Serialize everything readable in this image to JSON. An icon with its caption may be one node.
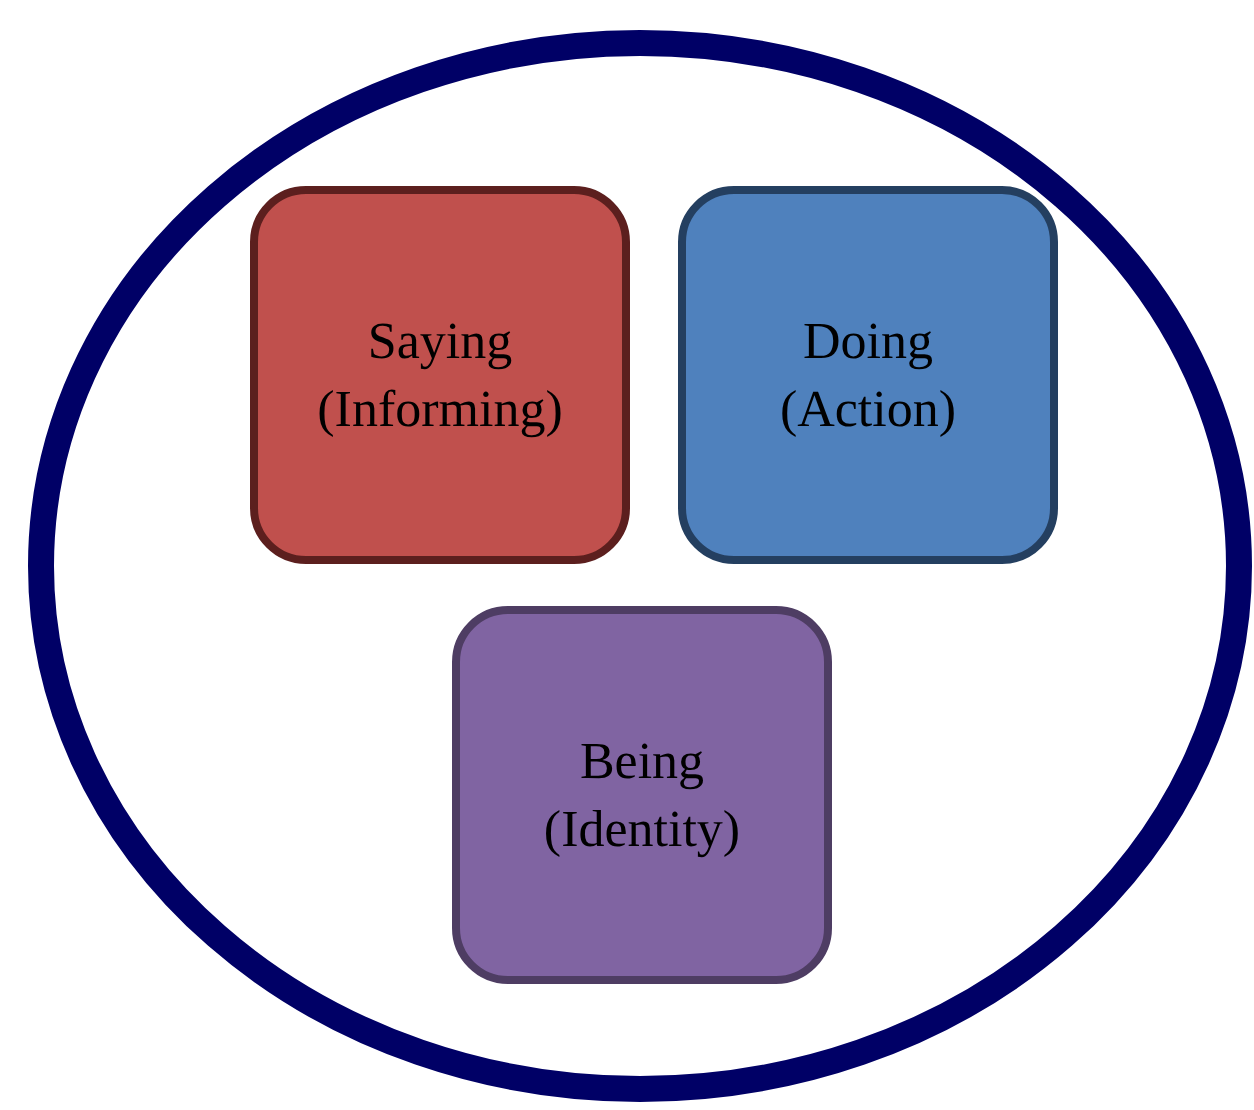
{
  "diagram": {
    "nodes": [
      {
        "text": [],
        "shape": "circle"
      },
      {
        "text": [
          "Saying (Informing)"
        ],
        "in": 0
      },
      {
        "text": [
          "Doing (Action)"
        ],
        "in": 0
      },
      {
        "text": [
          "Being (Identity)"
        ],
        "in": 0
      }
    ]
  }
}
